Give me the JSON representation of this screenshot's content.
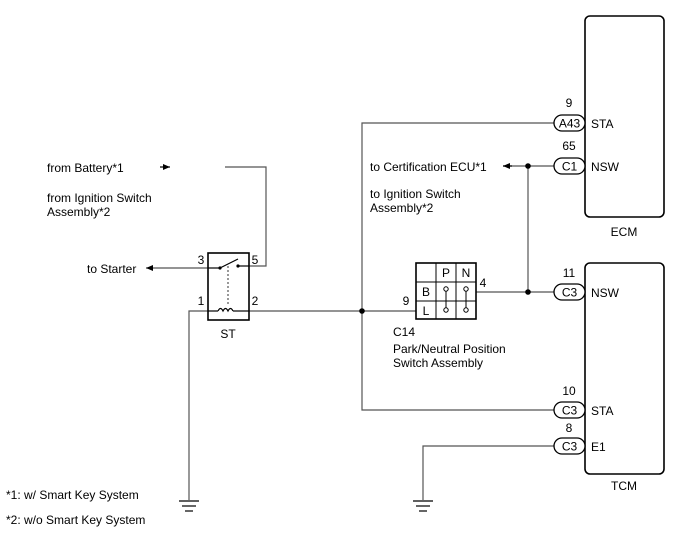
{
  "ecm": {
    "name": "ECM",
    "pins": [
      {
        "connector": "A43",
        "number": "9",
        "signal": "STA"
      },
      {
        "connector": "C1",
        "number": "65",
        "signal": "NSW"
      }
    ]
  },
  "tcm": {
    "name": "TCM",
    "pins": [
      {
        "connector": "C3",
        "number": "11",
        "signal": "NSW"
      },
      {
        "connector": "C3",
        "number": "10",
        "signal": "STA"
      },
      {
        "connector": "C3",
        "number": "8",
        "signal": "E1"
      }
    ]
  },
  "relay": {
    "name": "ST",
    "pins": [
      "3",
      "5",
      "1",
      "2"
    ]
  },
  "switch": {
    "connector": "C14",
    "name_line1": "Park/Neutral Position",
    "name_line2": "Switch Assembly",
    "pin_in": "9",
    "pin_out": "4",
    "grid": [
      "P",
      "N",
      "B",
      "L"
    ]
  },
  "labels": {
    "from_battery": "from Battery*1",
    "from_ignition_1": "from Ignition Switch",
    "from_ignition_2": "Assembly*2",
    "to_starter": "to Starter",
    "to_cert_ecu": "to Certification ECU*1",
    "to_ignition_1": "to Ignition Switch",
    "to_ignition_2": "Assembly*2"
  },
  "notes": [
    "*1: w/ Smart Key System",
    "*2: w/o Smart Key System"
  ]
}
